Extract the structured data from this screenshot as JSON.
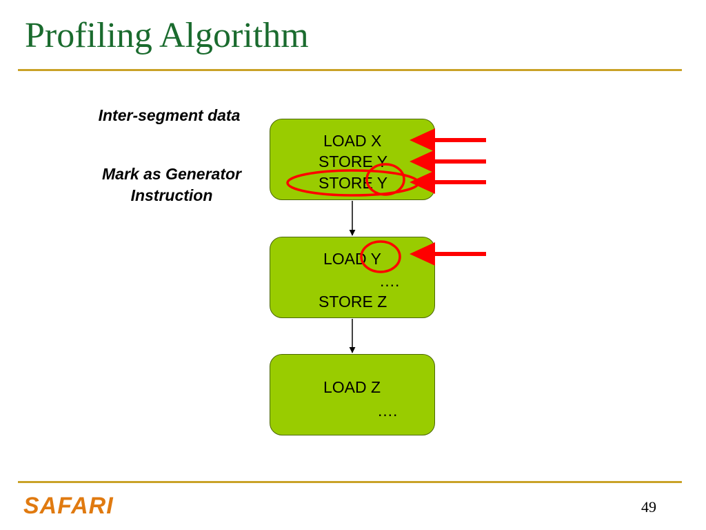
{
  "slide": {
    "title": "Profiling Algorithm",
    "page_number": "49",
    "logo_text": "SAFARI"
  },
  "labels": {
    "inter_segment": "Inter-segment data",
    "mark_generator_line1": "Mark as Generator",
    "mark_generator_line2": "Instruction"
  },
  "blocks": [
    {
      "lines": [
        "LOAD X",
        "STORE Y",
        "STORE Y"
      ]
    },
    {
      "lines": [
        "LOAD Y",
        "….",
        "STORE Z"
      ]
    },
    {
      "lines": [
        "LOAD Z",
        "…."
      ]
    }
  ],
  "colors": {
    "title": "#1a6b2e",
    "rule": "#c9a227",
    "block_fill": "#99cc00",
    "highlight": "#ff0000",
    "logo": "#e07a10"
  }
}
